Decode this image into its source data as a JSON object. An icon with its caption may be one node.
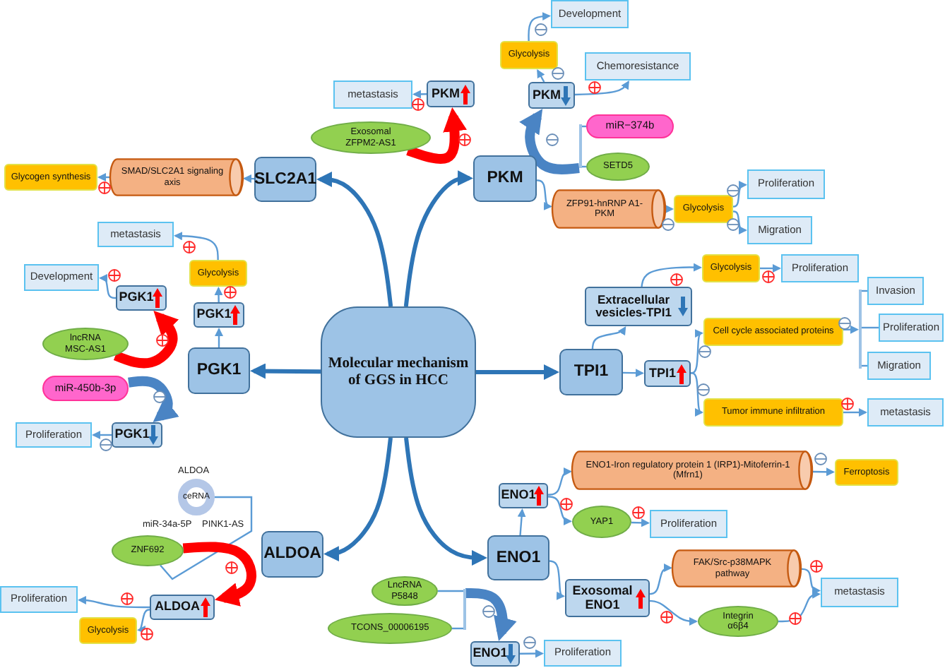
{
  "diagram": {
    "nodes": [
      {
        "text": [
          "Molecular mechanism of GGS in HCC"
        ]
      },
      {
        "text": [
          "SLC2A1"
        ]
      },
      {
        "text": [
          "SMAD/SLC2A1 signaling axis"
        ]
      },
      {
        "text": [
          "Glycogen synthesis"
        ]
      },
      {
        "text": [
          "PKM"
        ]
      },
      {
        "text": [
          "PKM"
        ]
      },
      {
        "text": [
          "metastasis"
        ]
      },
      {
        "text": [
          "Exosomal ZFPM2-AS1"
        ]
      },
      {
        "text": [
          "PKM"
        ]
      },
      {
        "text": [
          "Glycolysis"
        ]
      },
      {
        "text": [
          "Development"
        ]
      },
      {
        "text": [
          "Chemoresistance"
        ]
      },
      {
        "text": [
          "miR−374b"
        ]
      },
      {
        "text": [
          "SETD5"
        ]
      },
      {
        "text": [
          "ZFP91-hnRNP A1-PKM"
        ]
      },
      {
        "text": [
          "Glycolysis"
        ]
      },
      {
        "text": [
          "Proliferation"
        ]
      },
      {
        "text": [
          "Migration"
        ]
      },
      {
        "text": [
          "Extracellular vesicles-TPI1"
        ]
      },
      {
        "text": [
          "Glycolysis"
        ]
      },
      {
        "text": [
          "Proliferation"
        ]
      },
      {
        "text": [
          "TPI1"
        ]
      },
      {
        "text": [
          "TPI1"
        ]
      },
      {
        "text": [
          "Cell cycle associated proteins"
        ]
      },
      {
        "text": [
          "Invasion"
        ]
      },
      {
        "text": [
          "Proliferation"
        ]
      },
      {
        "text": [
          "Migration"
        ]
      },
      {
        "text": [
          "Tumor immune infiltration"
        ]
      },
      {
        "text": [
          "metastasis"
        ]
      },
      {
        "text": [
          "PGK1"
        ]
      },
      {
        "text": [
          "PGK1"
        ]
      },
      {
        "text": [
          "Glycolysis"
        ]
      },
      {
        "text": [
          "metastasis"
        ]
      },
      {
        "text": [
          "PGK1"
        ]
      },
      {
        "text": [
          "Development"
        ]
      },
      {
        "text": [
          "lncRNA MSC-AS1"
        ]
      },
      {
        "text": [
          "miR-450b-3p"
        ]
      },
      {
        "text": [
          "PGK1"
        ]
      },
      {
        "text": [
          "Proliferation"
        ]
      },
      {
        "text": [
          "ALDOA"
        ]
      },
      {
        "text": [
          "ALDOA"
        ]
      },
      {
        "text": [
          "Proliferation"
        ]
      },
      {
        "text": [
          "Glycolysis"
        ]
      },
      {
        "text": [
          "ZNF692"
        ]
      },
      {
        "text": [
          "ceRNA"
        ],
        "beside": [
          "ALDOA",
          "miR-34a-5P",
          "PINK1-AS"
        ]
      },
      {
        "text": [
          "ENO1"
        ]
      },
      {
        "text": [
          "ENO1"
        ]
      },
      {
        "text": [
          "ENO1-Iron regulatory protein 1 (IRP1)-Mitoferrin-1 (Mfrn1)"
        ]
      },
      {
        "text": [
          "Ferroptosis"
        ]
      },
      {
        "text": [
          "YAP1"
        ]
      },
      {
        "text": [
          "Proliferation"
        ]
      },
      {
        "text": [
          "Exosomal ENO1"
        ]
      },
      {
        "text": [
          "FAK/Src-p38MAPK pathway"
        ]
      },
      {
        "text": [
          "Integrin α6β4"
        ]
      },
      {
        "text": [
          "metastasis"
        ]
      },
      {
        "text": [
          "LncRNA P5848"
        ]
      },
      {
        "text": [
          "TCONS_00006195"
        ]
      },
      {
        "text": [
          "ENO1"
        ]
      },
      {
        "text": [
          "Proliferation"
        ]
      },
      {
        "text": [],
        "shape": "bar"
      },
      {
        "text": [],
        "shape": "bar"
      },
      {
        "text": [],
        "shape": "bar"
      }
    ],
    "edges": [
      {
        "from": 0,
        "to": 1,
        "arrow": "to",
        "style": "thick",
        "color": "#2e75b6"
      },
      {
        "from": 0,
        "to": 4,
        "arrow": "to",
        "style": "thick",
        "color": "#2e75b6"
      },
      {
        "from": 0,
        "to": 21,
        "arrow": "to",
        "style": "thick",
        "color": "#2e75b6"
      },
      {
        "from": 0,
        "to": 29,
        "arrow": "to",
        "style": "thick",
        "color": "#2e75b6"
      },
      {
        "from": 0,
        "to": 39,
        "arrow": "to",
        "style": "thick",
        "color": "#2e75b6"
      },
      {
        "from": 0,
        "to": 45,
        "arrow": "to",
        "style": "thick",
        "color": "#2e75b6"
      },
      {
        "from": 1,
        "to": 2,
        "arrow": "to"
      },
      {
        "from": 2,
        "to": 3,
        "arrow": "to"
      },
      {
        "from": 7,
        "to": 5,
        "arrow": "to",
        "style": "thick",
        "color": "#ff0000"
      },
      {
        "from": 5,
        "to": 6,
        "arrow": "to"
      },
      {
        "from": 12,
        "to": 59,
        "arrow": "none"
      },
      {
        "from": 13,
        "to": 59,
        "arrow": "none"
      },
      {
        "from": 59,
        "to": 8,
        "arrow": "to",
        "style": "thick",
        "color": "#4a84c4"
      },
      {
        "from": 8,
        "to": 9,
        "arrow": "to"
      },
      {
        "from": 9,
        "to": 10,
        "arrow": "to"
      },
      {
        "from": 8,
        "to": 11,
        "arrow": "to"
      },
      {
        "from": 4,
        "to": 14,
        "arrow": "to"
      },
      {
        "from": 14,
        "to": 15,
        "arrow": "to"
      },
      {
        "from": 15,
        "to": 16,
        "arrow": "to"
      },
      {
        "from": 15,
        "to": 17,
        "arrow": "to"
      },
      {
        "from": 21,
        "to": 18,
        "arrow": "to"
      },
      {
        "from": 18,
        "to": 19,
        "arrow": "to"
      },
      {
        "from": 19,
        "to": 20,
        "arrow": "to"
      },
      {
        "from": 21,
        "to": 22,
        "arrow": "to"
      },
      {
        "from": 22,
        "to": 23,
        "arrow": "to"
      },
      {
        "from": 22,
        "to": 27,
        "arrow": "to"
      },
      {
        "from": 23,
        "to": 60,
        "arrow": "to"
      },
      {
        "from": 60,
        "to": 24,
        "arrow": "none"
      },
      {
        "from": 60,
        "to": 25,
        "arrow": "none"
      },
      {
        "from": 60,
        "to": 26,
        "arrow": "none"
      },
      {
        "from": 27,
        "to": 28,
        "arrow": "to"
      },
      {
        "from": 29,
        "to": 30,
        "arrow": "to"
      },
      {
        "from": 30,
        "to": 31,
        "arrow": "to"
      },
      {
        "from": 31,
        "to": 32,
        "arrow": "to"
      },
      {
        "from": 35,
        "to": 33,
        "arrow": "to",
        "style": "thick",
        "color": "#ff0000"
      },
      {
        "from": 33,
        "to": 34,
        "arrow": "to"
      },
      {
        "from": 36,
        "to": 37,
        "arrow": "to",
        "style": "thick",
        "color": "#4a84c4"
      },
      {
        "from": 37,
        "to": 38,
        "arrow": "to"
      },
      {
        "from": 44,
        "to": 43,
        "arrow": "none"
      },
      {
        "from": 43,
        "to": 40,
        "arrow": "to",
        "style": "thick",
        "color": "#ff0000"
      },
      {
        "from": 40,
        "to": 41,
        "arrow": "to"
      },
      {
        "from": 40,
        "to": 42,
        "arrow": "to"
      },
      {
        "from": 45,
        "to": 46,
        "arrow": "to"
      },
      {
        "from": 46,
        "to": 47,
        "arrow": "to"
      },
      {
        "from": 46,
        "to": 49,
        "arrow": "to"
      },
      {
        "from": 47,
        "to": 48,
        "arrow": "to"
      },
      {
        "from": 49,
        "to": 50,
        "arrow": "to"
      },
      {
        "from": 45,
        "to": 51,
        "arrow": "to"
      },
      {
        "from": 51,
        "to": 52,
        "arrow": "to"
      },
      {
        "from": 51,
        "to": 53,
        "arrow": "to"
      },
      {
        "from": 52,
        "to": 54,
        "arrow": "to"
      },
      {
        "from": 53,
        "to": 54,
        "arrow": "to"
      },
      {
        "from": 55,
        "to": 61,
        "arrow": "none"
      },
      {
        "from": 56,
        "to": 61,
        "arrow": "none"
      },
      {
        "from": 61,
        "to": 57,
        "arrow": "to",
        "style": "thick",
        "color": "#4a84c4"
      },
      {
        "from": 57,
        "to": 58,
        "arrow": "to"
      }
    ]
  }
}
